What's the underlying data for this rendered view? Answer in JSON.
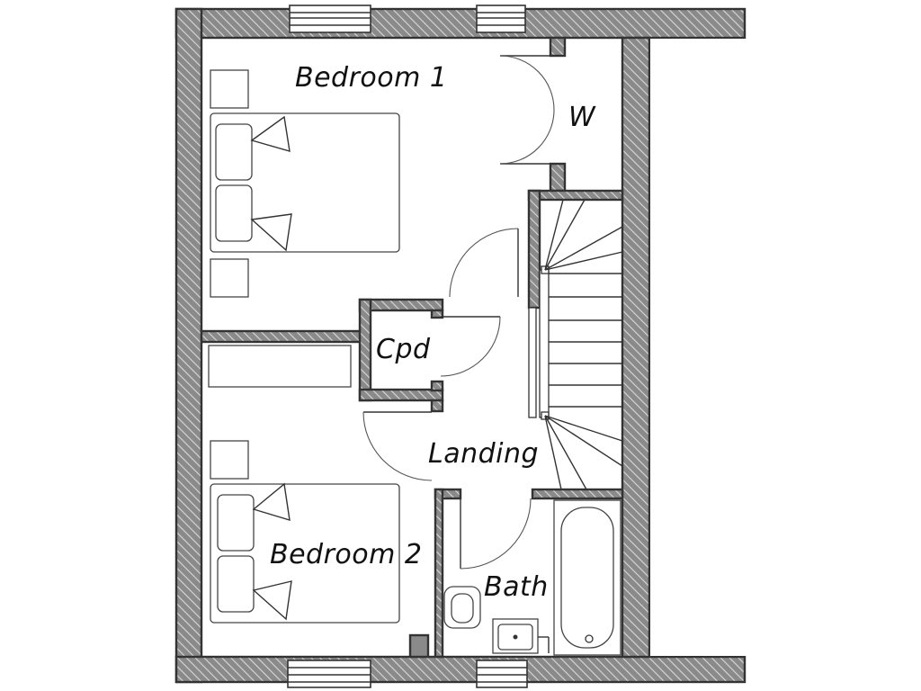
{
  "rooms": {
    "bedroom1": "Bedroom 1",
    "wardrobe": "W",
    "cupboard": "Cpd",
    "landing": "Landing",
    "bedroom2": "Bedroom 2",
    "bathroom": "Bath"
  },
  "colors": {
    "wall_fill": "#8a8a8a",
    "wall_hatch": "#d9d9d9",
    "line": "#333333",
    "background": "#ffffff"
  }
}
